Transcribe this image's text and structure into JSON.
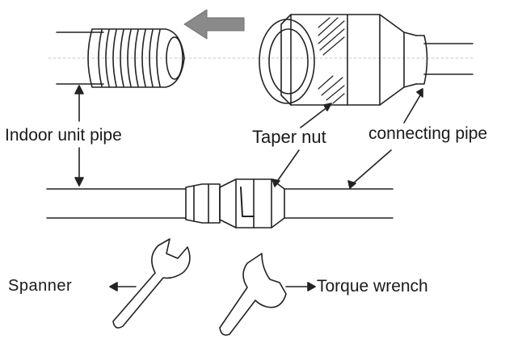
{
  "labels": {
    "indoor_unit_pipe": "Indoor unit pipe",
    "taper_nut": "Taper nut",
    "connecting_pipe": "connecting pipe",
    "spanner": "Spanner",
    "torque_wrench": "Torque wrench"
  },
  "colors": {
    "line": "#222222",
    "arrow_fill": "#8a8a8a",
    "background": "#ffffff"
  },
  "icons": {
    "direction_arrow": "left-arrow-icon",
    "spanner": "spanner-icon",
    "torque_wrench": "torque-wrench-icon"
  }
}
